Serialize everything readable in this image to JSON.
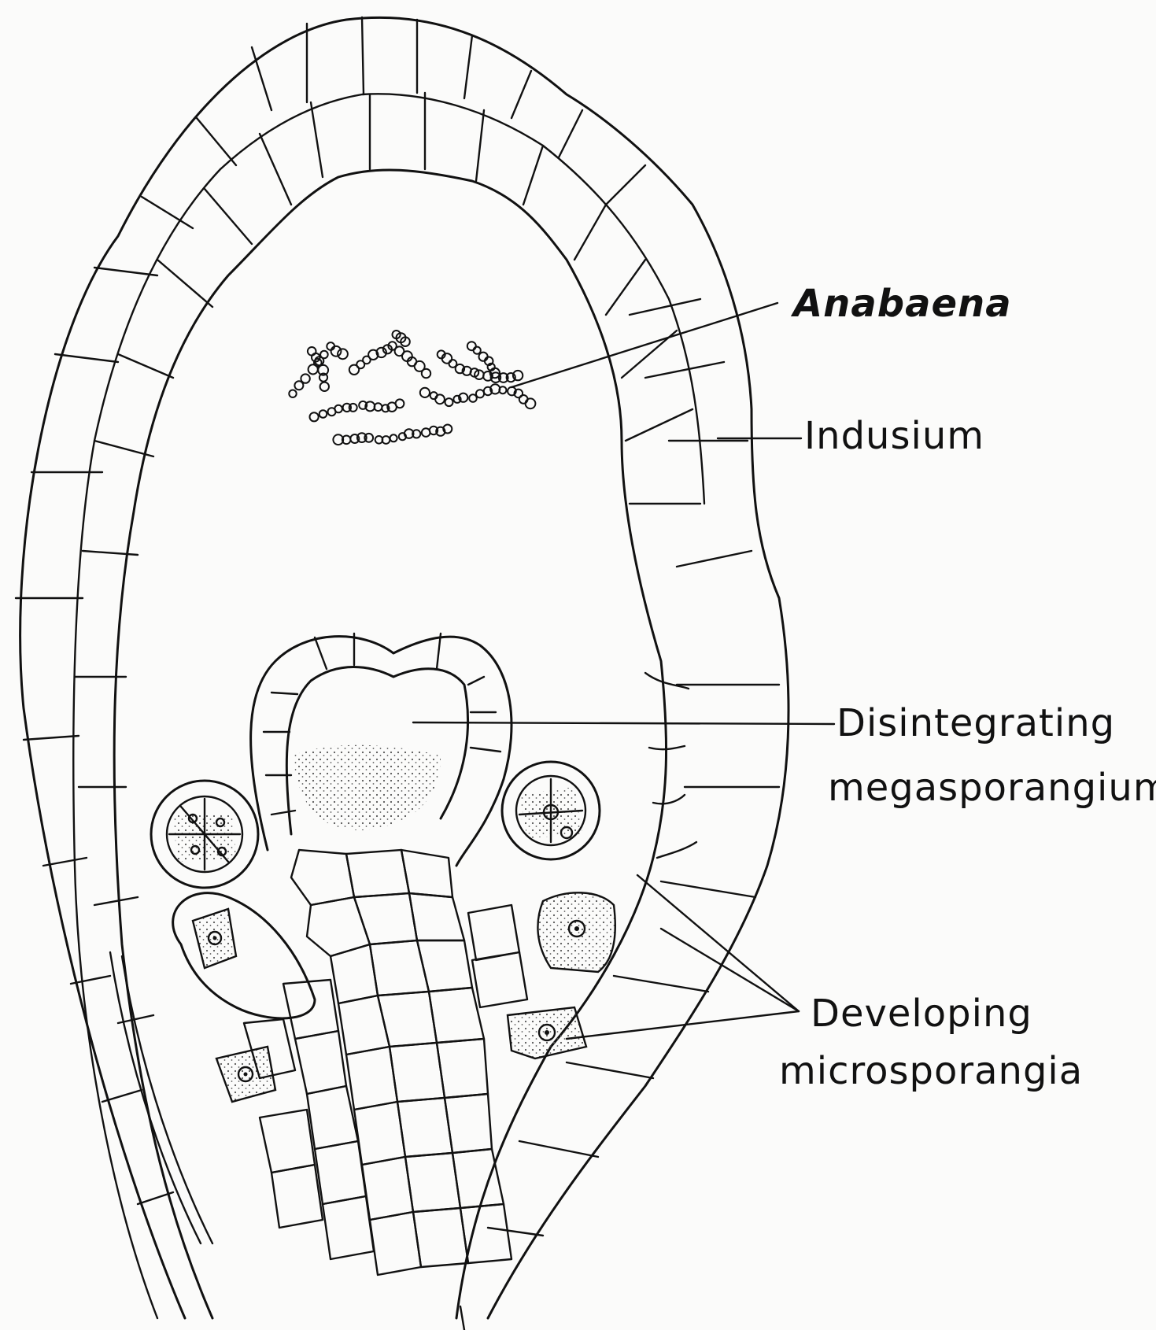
{
  "labels": {
    "anabaena": "Anabaena",
    "indusium": "Indusium",
    "megasporangium_line1": "Disintegrating",
    "megasporangium_line2": "megasporangium",
    "microsporangia_line1": "Developing",
    "microsporangia_line2": "microsporangia"
  },
  "colors": {
    "ink": "#111111",
    "paper": "#fbfbfa",
    "stipple": "#555555"
  }
}
